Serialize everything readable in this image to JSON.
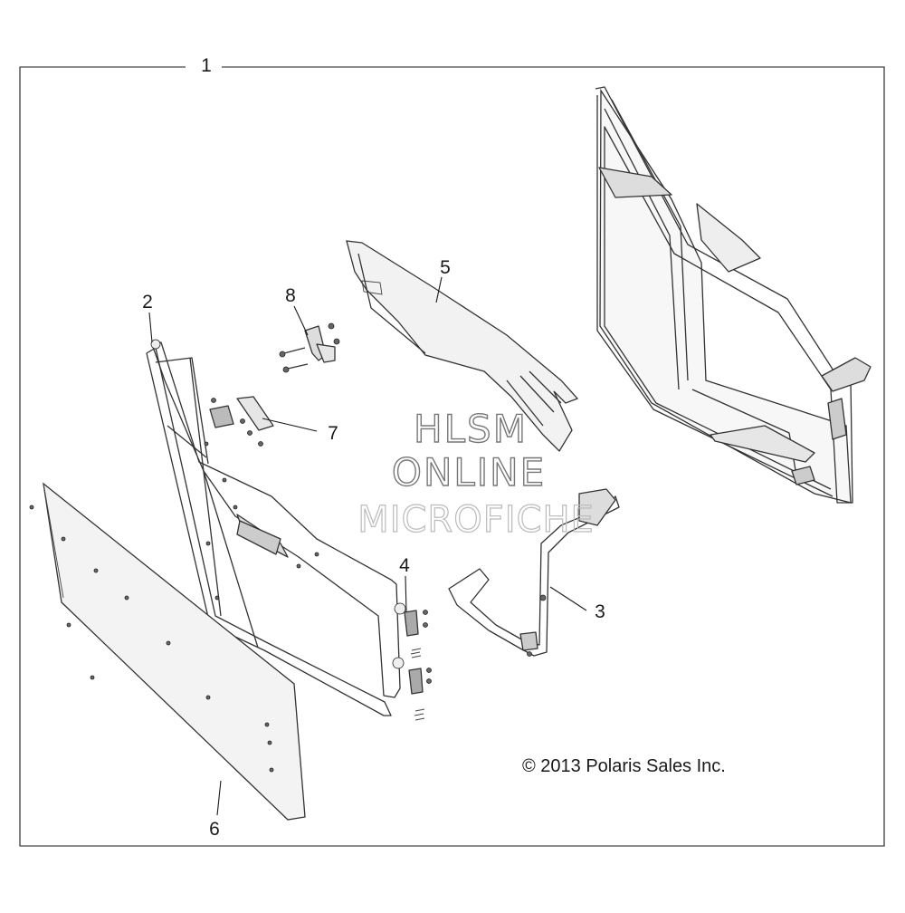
{
  "diagram": {
    "callouts": [
      {
        "id": "1",
        "label": "1"
      },
      {
        "id": "2",
        "label": "2"
      },
      {
        "id": "3",
        "label": "3"
      },
      {
        "id": "4",
        "label": "4"
      },
      {
        "id": "5",
        "label": "5"
      },
      {
        "id": "6",
        "label": "6"
      },
      {
        "id": "7",
        "label": "7"
      },
      {
        "id": "8",
        "label": "8"
      }
    ],
    "copyright": "© 2013 Polaris Sales Inc.",
    "watermark": {
      "line1": "HLSM",
      "line2": "ONLINE",
      "line3": "MICROFICHE"
    }
  }
}
